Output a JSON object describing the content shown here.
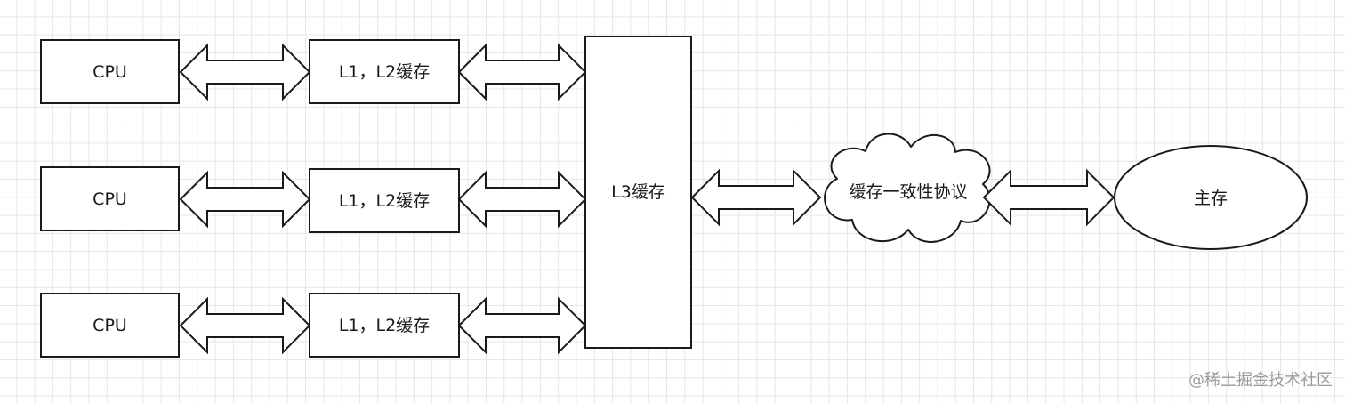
{
  "diagram": {
    "rows": [
      {
        "cpu_label": "CPU",
        "cache_label": "L1，L2缓存"
      },
      {
        "cpu_label": "CPU",
        "cache_label": "L1，L2缓存"
      },
      {
        "cpu_label": "CPU",
        "cache_label": "L1，L2缓存"
      }
    ],
    "l3_label": "L3缓存",
    "coherence_label": "缓存一致性协议",
    "memory_label": "主存",
    "connections": "bidirectional"
  },
  "watermark": {
    "text": "@稀土掘金技术社区"
  }
}
